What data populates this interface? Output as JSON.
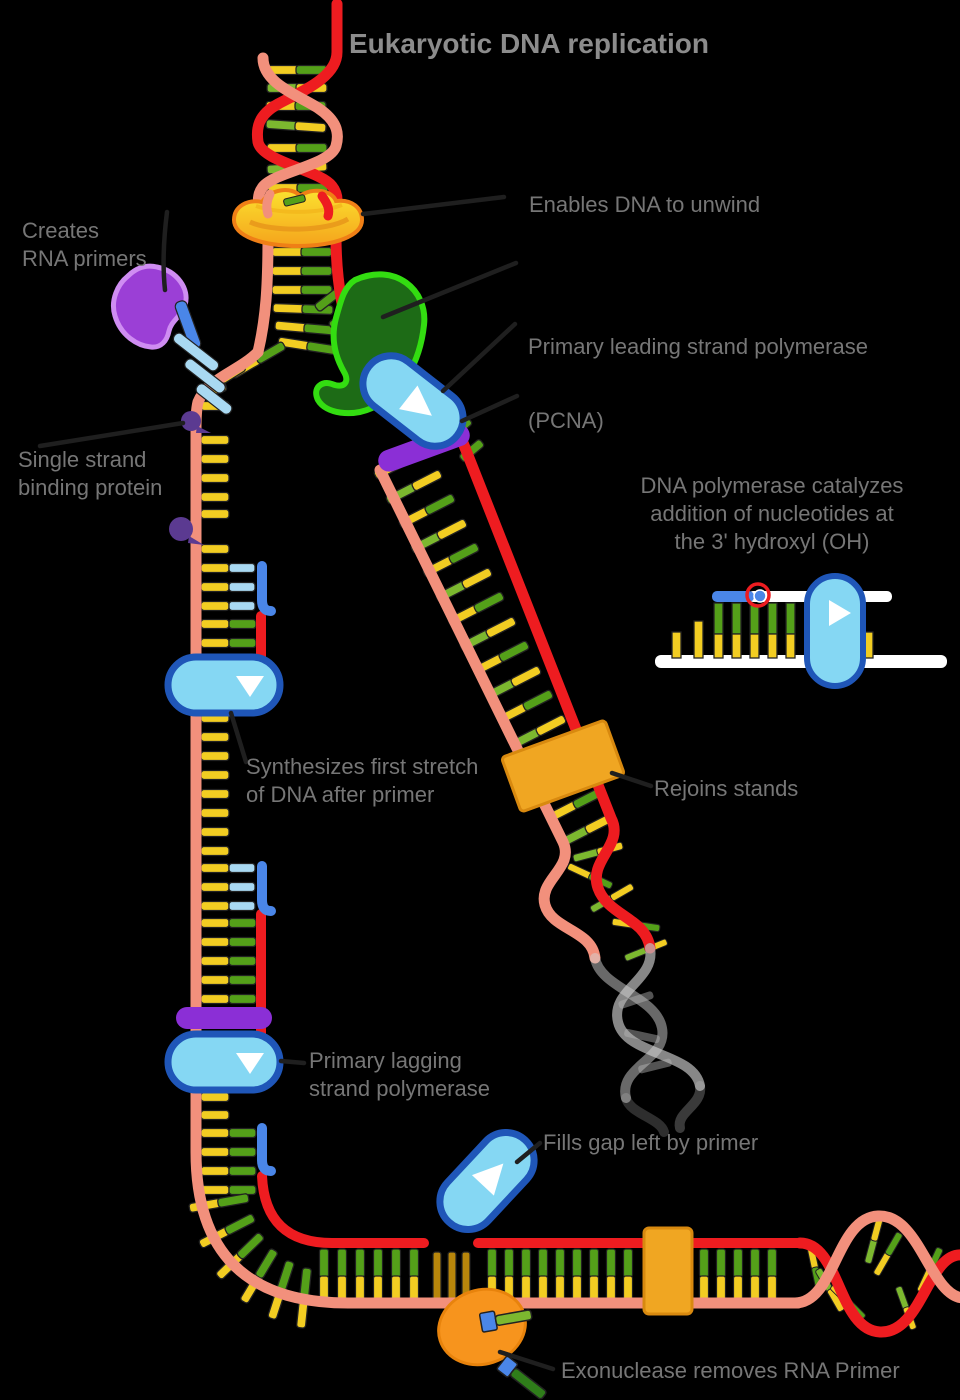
{
  "title": "Eukaryotic DNA replication",
  "labels": {
    "creates_primers": "Creates\nRNA primers",
    "unwind": "Enables DNA to unwind",
    "leading_polymerase": "Primary leading strand polymerase",
    "pcna": "(PCNA)",
    "ssb": "Single strand\nbinding protein",
    "catalyzes": "DNA polymerase catalyzes\naddition of nucleotides at\nthe 3' hydroxyl (OH)",
    "synthesizes": "Synthesizes first stretch\nof DNA after primer",
    "rejoins": "Rejoins stands",
    "lagging_polymerase": "Primary lagging\nstrand polymerase",
    "fills_gap": "Fills gap left by primer",
    "exonuclease": "Exonuclease removes RNA Primer"
  },
  "colors": {
    "background": "#000000",
    "title_text": "#8c8c8c",
    "label_text": "#767676",
    "strand_red": "#ee1c20",
    "strand_salmon": "#f2907c",
    "rung_yellow": "#f2cd22",
    "rung_green": "#54a019",
    "rung_light_green": "#7cb82f",
    "primer_light_blue": "#a9d9f2",
    "primer_blue": "#4a86e8",
    "polymerase_fill": "#85d7f3",
    "polymerase_stroke": "#1f56b8",
    "pcna_purple": "#8b2fd6",
    "primase_purple": "#9b3fd6",
    "ssb_purple": "#5b3a91",
    "helicase_yellow": "#f9d42c",
    "helicase_orange": "#ef7f16",
    "ligase_orange": "#f0a622",
    "exonuclease_orange": "#f7941d",
    "faded_helix_gray": "#c0c0c0",
    "highlight_ring_red": "#ee1c20",
    "inset_strand_white": "#ffffff"
  }
}
